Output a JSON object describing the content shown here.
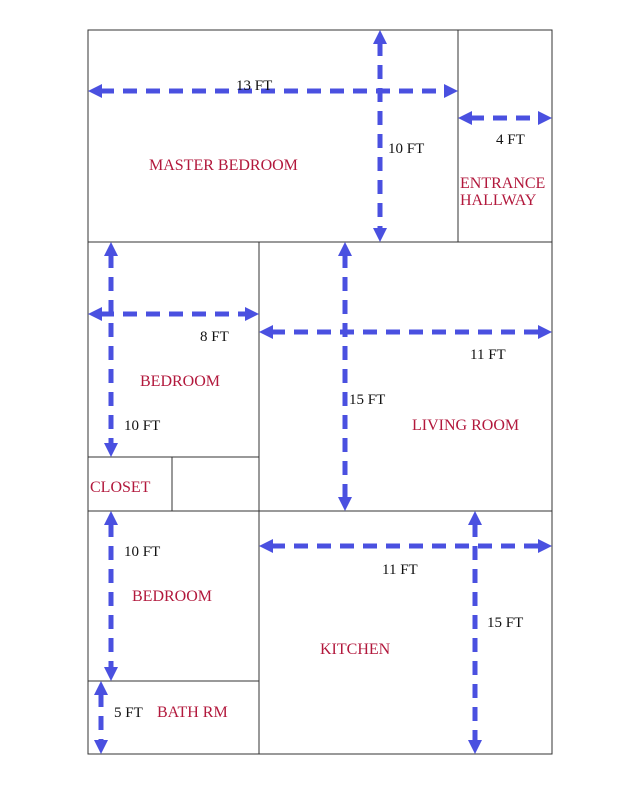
{
  "colors": {
    "dimension_arrow": "#4a50e0",
    "room_label": "#b2183c",
    "wall": "#333333"
  },
  "rooms": {
    "master_bedroom": "MASTER BEDROOM",
    "entrance_line1": "ENTRANCE",
    "entrance_line2": "HALLWAY",
    "bedroom_upper": "BEDROOM",
    "closet": "CLOSET",
    "living_room": "LIVING ROOM",
    "bedroom_lower": "BEDROOM",
    "bath_room": "BATH RM",
    "kitchen": "KITCHEN"
  },
  "dimensions": {
    "master_width": "13 FT",
    "master_height": "10 FT",
    "entrance_width": "4 FT",
    "bedroom_upper_width": "8 FT",
    "bedroom_upper_height": "10 FT",
    "living_width": "11 FT",
    "living_height": "15 FT",
    "bedroom_lower_height": "10 FT",
    "kitchen_width": "11 FT",
    "kitchen_height": "15 FT",
    "bath_height": "5 FT"
  }
}
